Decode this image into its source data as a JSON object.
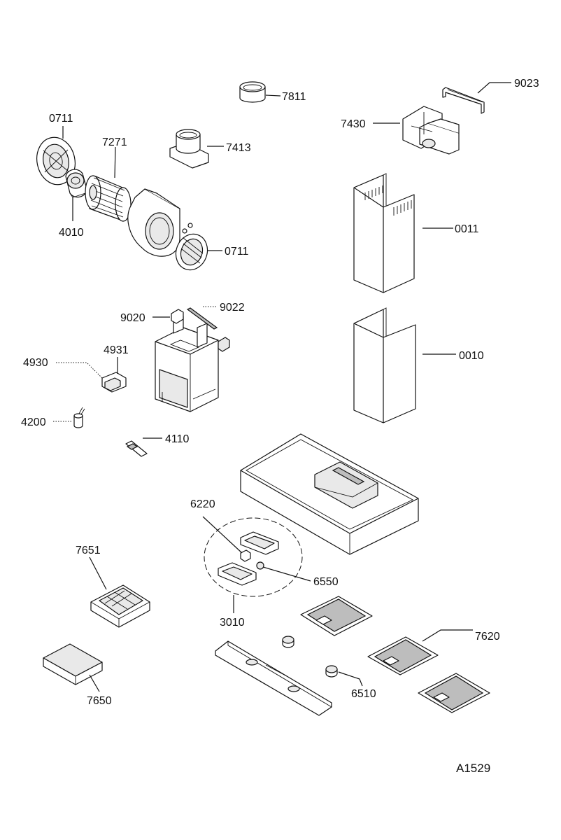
{
  "diagram": {
    "reference_code": "A1529",
    "callouts": {
      "c7811": "7811",
      "c9023": "9023",
      "c7430": "7430",
      "c0711a": "0711",
      "c7271": "7271",
      "c7413": "7413",
      "c4010": "4010",
      "c0711b": "0711",
      "c0011": "0011",
      "c9020": "9020",
      "c9022": "9022",
      "c4931": "4931",
      "c4930": "4930",
      "c0010": "0010",
      "c4200": "4200",
      "c4110": "4110",
      "c6220": "6220",
      "c7651": "7651",
      "c6550": "6550",
      "c3010": "3010",
      "c7620": "7620",
      "c6510": "6510",
      "c7650": "7650"
    }
  }
}
